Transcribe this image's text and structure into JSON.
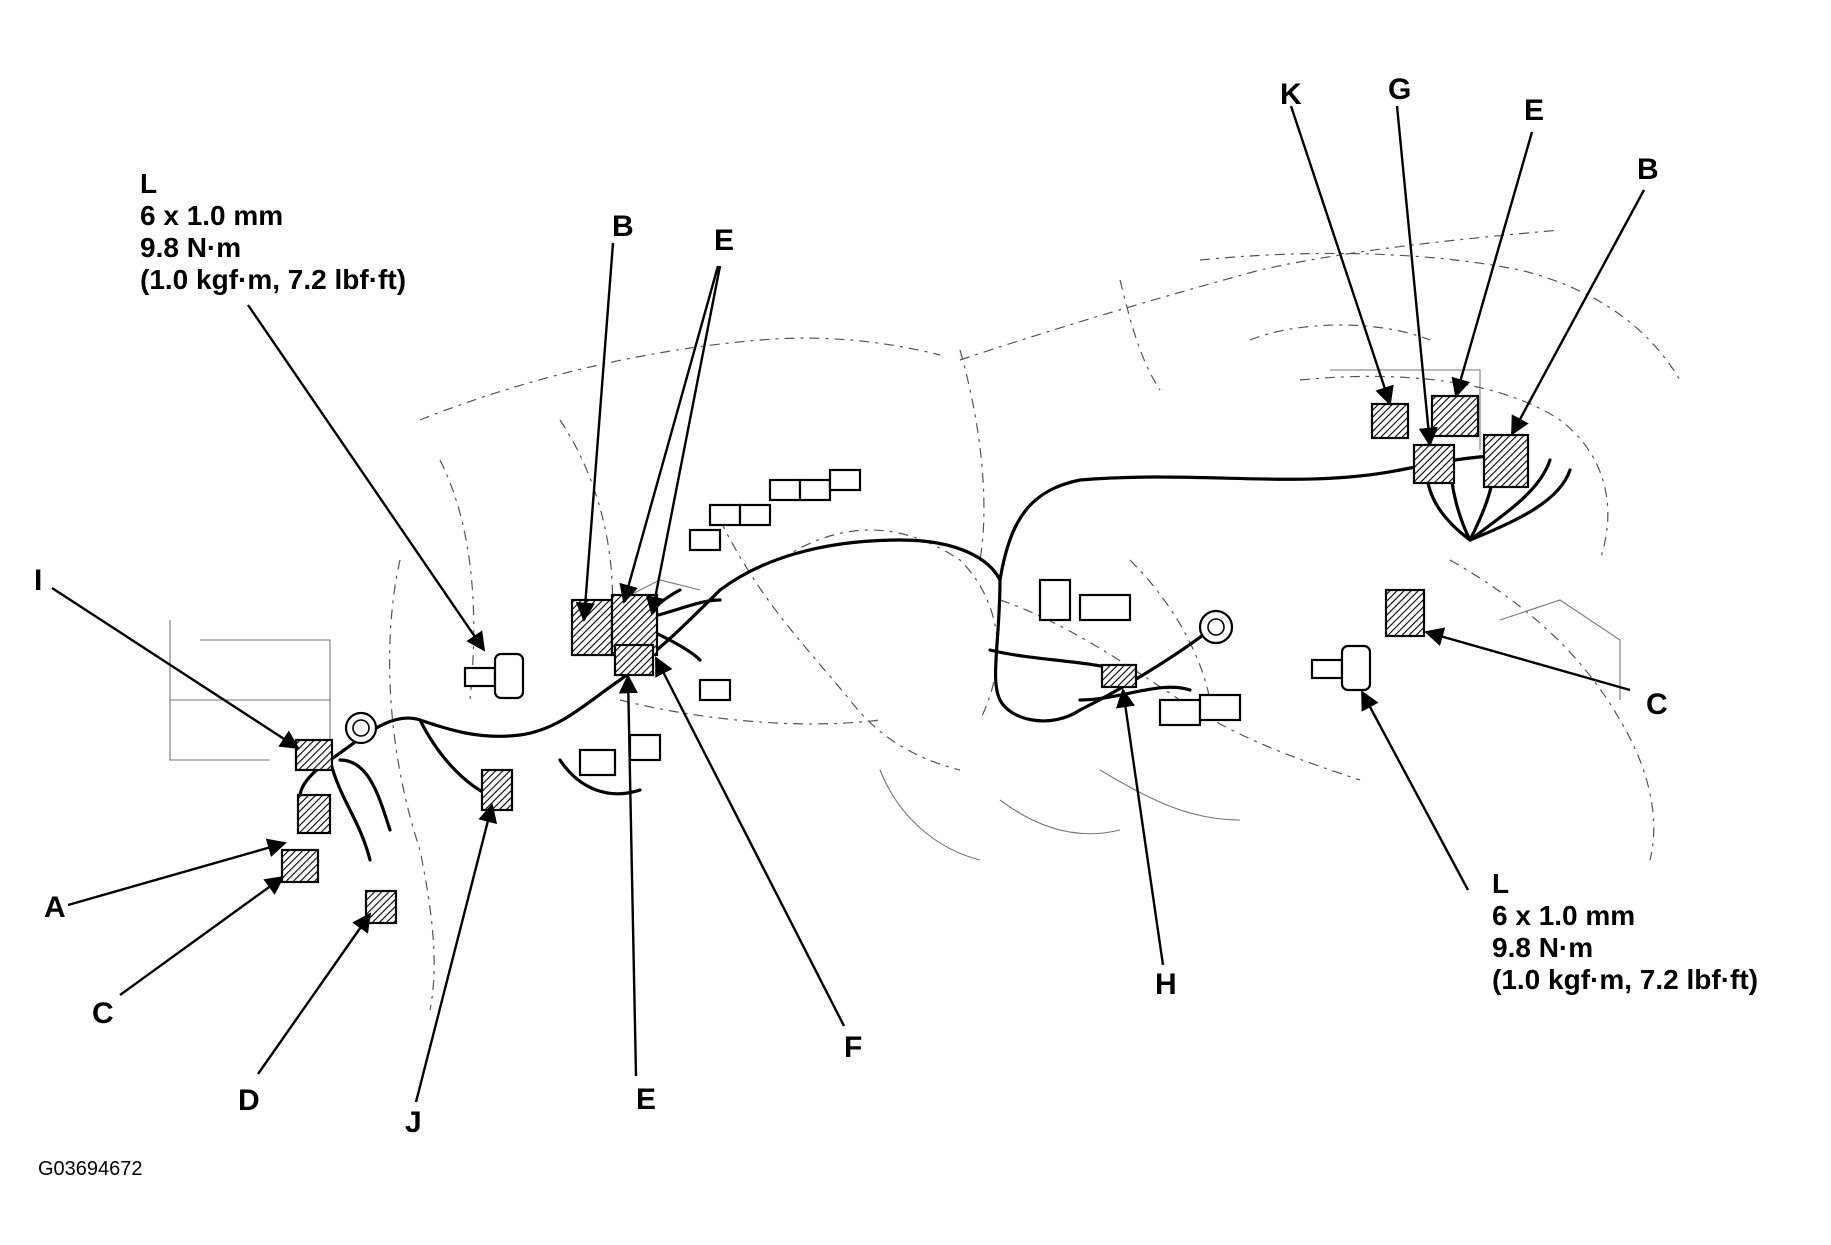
{
  "figure_id": "G03694672",
  "bolt_spec": {
    "letter": "L",
    "size": "6 x 1.0 mm",
    "torque": "9.8 N·m",
    "torque_alt": "(1.0 kgf·m, 7.2 lbf·ft)"
  },
  "callouts": {
    "i": "I",
    "a": "A",
    "c": "C",
    "d": "D",
    "j": "J",
    "b": "B",
    "e": "E",
    "f": "F",
    "h": "H",
    "k": "K",
    "g": "G"
  }
}
